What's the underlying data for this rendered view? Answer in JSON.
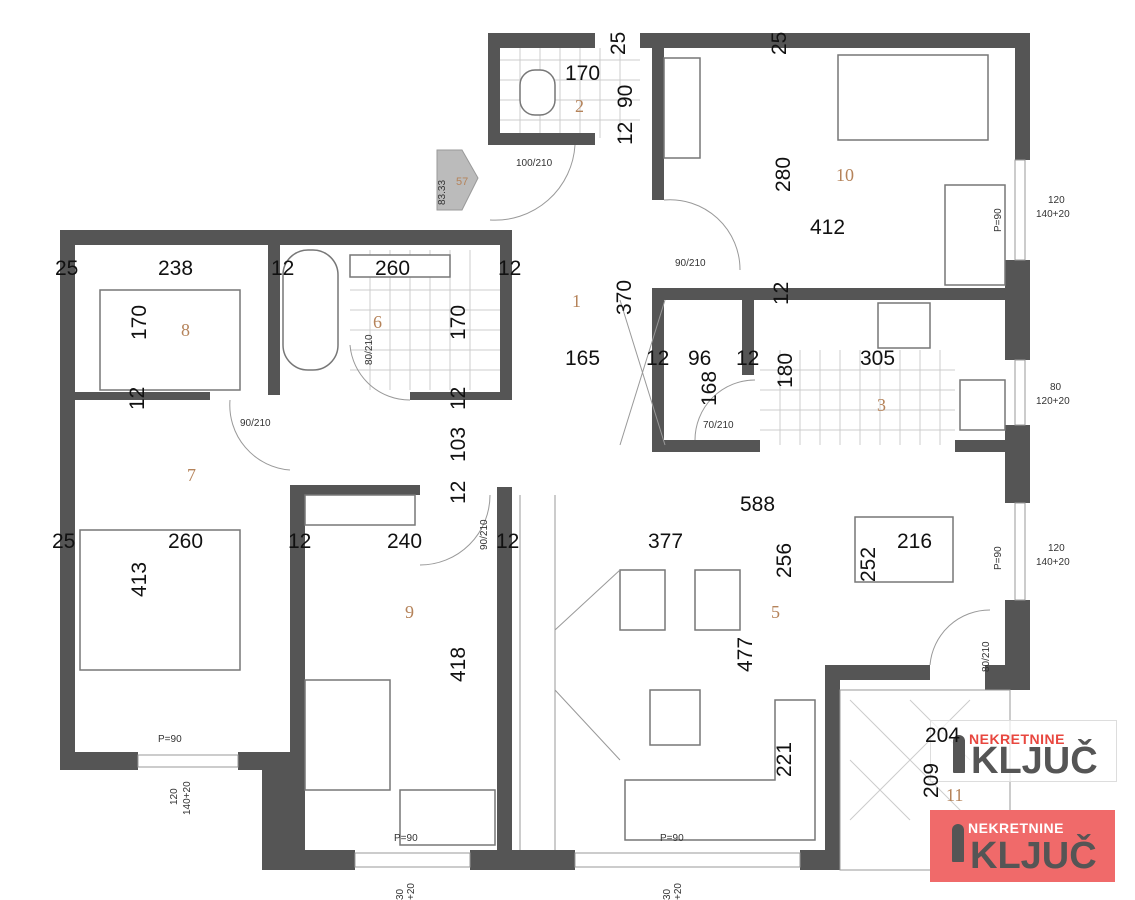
{
  "plan": {
    "dimensions": {
      "top_wc_width": "170",
      "top_wall_a": "25",
      "top_wall_b": "25",
      "wc_len": "90",
      "wc_wall": "12",
      "r10_depth": "280",
      "r10_width": "412",
      "hall_len": "370",
      "wall_k": "12",
      "hall_w": "165",
      "w1": "12",
      "pantry_w": "96",
      "w2": "12",
      "kitchen_w": "305",
      "pantry_d": "168",
      "kitchen_d": "180",
      "left_wall": "25",
      "r8_w": "238",
      "w3": "12",
      "bath_w": "260",
      "w4": "12",
      "r8_d": "170",
      "bath_d": "170",
      "w5": "12",
      "w6": "12",
      "corr": "103",
      "w7": "12",
      "living_total": "588",
      "living_w": "377",
      "dining_w": "216",
      "dining_d": "256",
      "table_d": "252",
      "left_wall2": "25",
      "r7_w": "260",
      "w8": "12",
      "r9_w": "240",
      "w9": "12",
      "r7_d": "413",
      "r9_d": "418",
      "living_d": "477",
      "sofa_d": "221",
      "balcony_w": "204",
      "balcony_d": "209"
    },
    "rooms": [
      "1",
      "2",
      "3",
      "5",
      "6",
      "7",
      "8",
      "9",
      "10",
      "11"
    ],
    "doors": [
      "100/210",
      "90/210",
      "80/210",
      "90/210",
      "70/210",
      "90/210",
      "80/210"
    ],
    "windows": {
      "w10": [
        "120",
        "140+20"
      ],
      "wk": [
        "80",
        "120+20"
      ],
      "wl": [
        "120",
        "140+20"
      ],
      "w7": [
        "120",
        "140+20"
      ],
      "p90": [
        "P=90",
        "P=90",
        "P=90",
        "P=90",
        "P=90"
      ],
      "bottom1": [
        "30",
        "+20"
      ],
      "bottom2": [
        "30",
        "+20"
      ]
    },
    "area_tag": {
      "value": "83.33",
      "code": "57"
    }
  },
  "logo": {
    "small": "NEKRETNINE",
    "big": "KLJUČ"
  },
  "colors": {
    "wall": "#555555",
    "room_number": "#b5835a",
    "logo_red": "#e8473f"
  }
}
